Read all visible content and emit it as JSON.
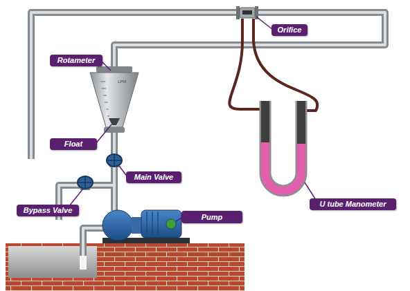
{
  "diagram": {
    "nodes": [
      {
        "text": [
          "Orifice"
        ]
      },
      {
        "text": [
          "Rotameter"
        ]
      },
      {
        "text": [
          "Float"
        ]
      },
      {
        "text": [
          "Main Valve"
        ]
      },
      {
        "text": [
          "U tube Manometer"
        ]
      },
      {
        "text": [
          "Bypass Valve"
        ]
      },
      {
        "text": [
          "Pump"
        ]
      }
    ],
    "labels": [
      "LPM"
    ]
  }
}
